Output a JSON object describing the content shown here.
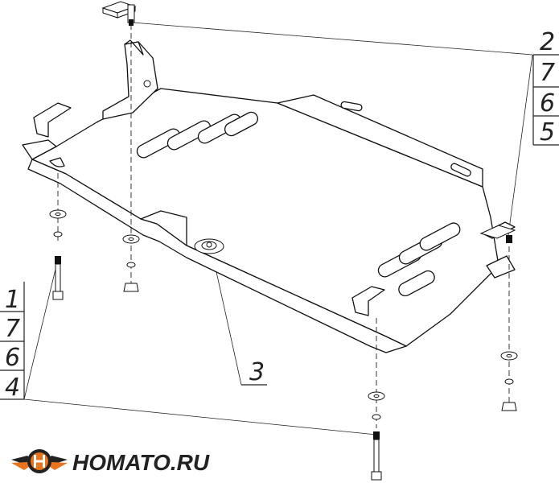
{
  "callouts": {
    "group_right": [
      "2",
      "7",
      "6",
      "5"
    ],
    "group_left": [
      "1",
      "7",
      "6",
      "4"
    ],
    "center": "3"
  },
  "brand": {
    "name": "HOMATO.RU",
    "logo_icon": "winged-h-logo",
    "colors": {
      "accent": "#e8741f",
      "dark": "#222222"
    }
  },
  "icons": {
    "bolt": "bolt-icon",
    "washer": "washer-icon",
    "nut": "nut-icon",
    "bracket": "bracket-icon"
  }
}
